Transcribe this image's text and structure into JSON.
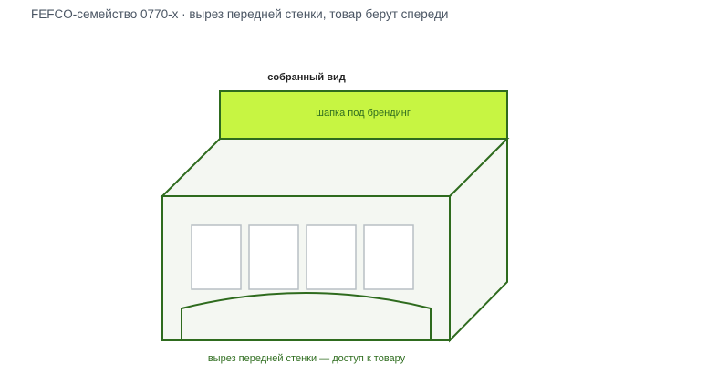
{
  "header": {
    "title": "FEFCO-семейство 0770-x · вырез передней стенки, товар берут спереди"
  },
  "diagram": {
    "assembled_label": "собранный вид",
    "header_panel_label": "шапка под брендинг",
    "cutout_label": "вырез передней стенки — доступ к товару",
    "colors": {
      "outline": "#2e6b1e",
      "header_fill": "#c7f542",
      "body_fill": "#f4f7f2",
      "window_stroke": "#b8bfc4",
      "window_fill": "#ffffff"
    }
  }
}
